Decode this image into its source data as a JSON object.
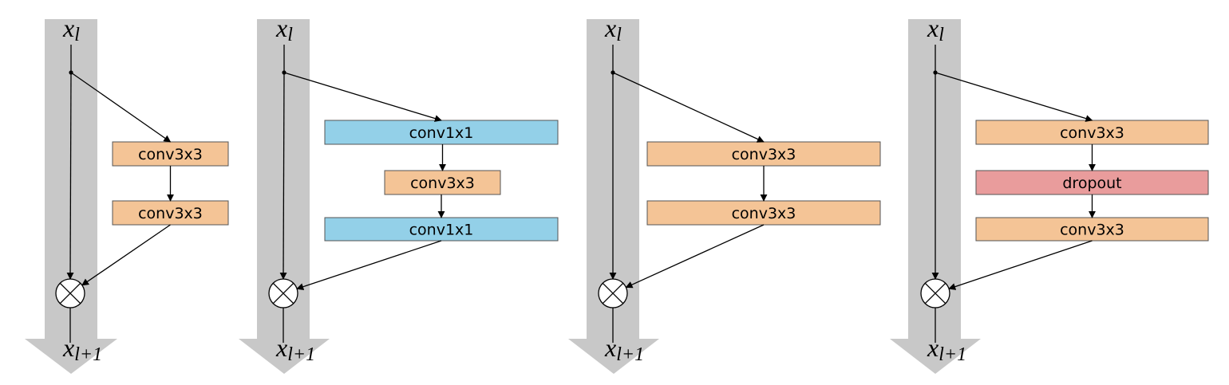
{
  "colors": {
    "skip_band": "#c8c8c8",
    "conv3x3": "#f4c496",
    "conv1x1": "#93d0e8",
    "dropout": "#e99c9c",
    "stroke": "#000000"
  },
  "symbols": {
    "input_var": "x",
    "input_sub": "l",
    "output_var": "x",
    "output_sub": "l+1",
    "combine_icon": "circled-times-icon"
  },
  "blocks": [
    {
      "id": "basic",
      "layers": [
        {
          "label": "conv3x3",
          "kind": "conv3x3"
        },
        {
          "label": "conv3x3",
          "kind": "conv3x3"
        }
      ]
    },
    {
      "id": "bottleneck",
      "layers": [
        {
          "label": "conv1x1",
          "kind": "conv1x1"
        },
        {
          "label": "conv3x3",
          "kind": "conv3x3"
        },
        {
          "label": "conv1x1",
          "kind": "conv1x1"
        }
      ]
    },
    {
      "id": "wide",
      "layers": [
        {
          "label": "conv3x3",
          "kind": "conv3x3"
        },
        {
          "label": "conv3x3",
          "kind": "conv3x3"
        }
      ]
    },
    {
      "id": "wide-dropout",
      "layers": [
        {
          "label": "conv3x3",
          "kind": "conv3x3"
        },
        {
          "label": "dropout",
          "kind": "dropout"
        },
        {
          "label": "conv3x3",
          "kind": "conv3x3"
        }
      ]
    }
  ]
}
